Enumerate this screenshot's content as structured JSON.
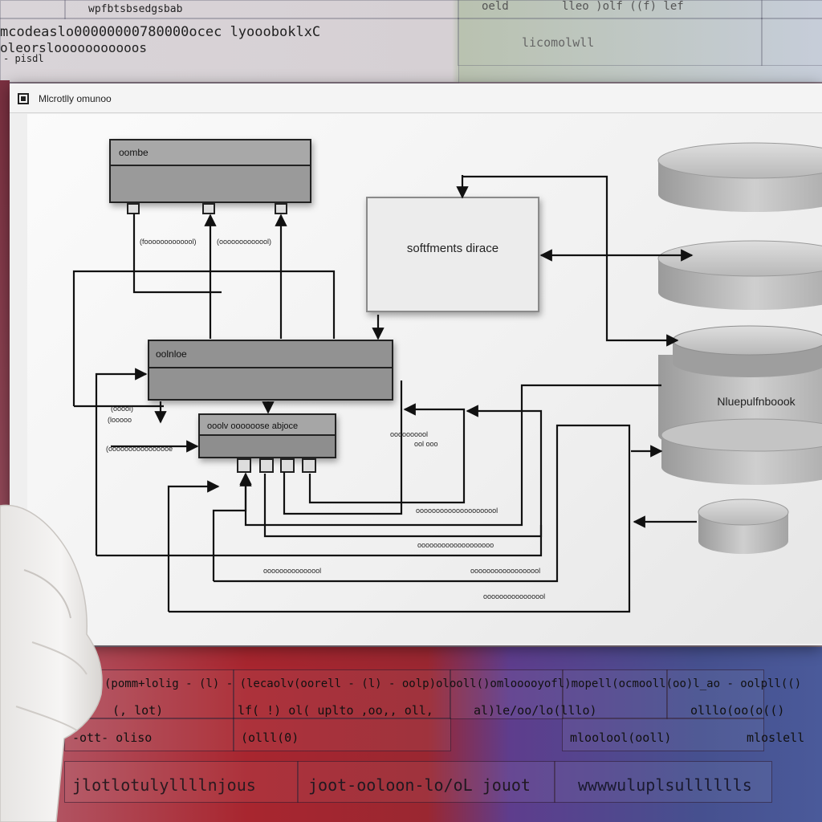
{
  "background": {
    "top_lines": [
      "wpfbtsbsedgsbab",
      "mcodeaslo00000000780000ocec lyoooboklxC",
      "oleorslooooooooooos",
      "- pisdl"
    ],
    "top_cells": [
      "oeld",
      "lleo )olf ((f) lef",
      "licomolwll"
    ],
    "bottom_cells": [
      "(pomm+lolig - (l) - (lecaolv(oorell - (l) - oolp)olooll()omlooooyofl)mopell(ocmooll(oo)l_ao - oolpll(()",
      "(, lot)",
      "lf( !) ol( uplto ,oo,, oll,",
      "al)le/oo/lo(lllo)",
      "olllo(oo(o(()",
      "-ott- oliso",
      "(olll(0)",
      "mloolool(ooll)",
      "mloslell",
      "jlotlotulyllllnjous",
      "joot-ooloon-lo/oL jouot",
      "wwwwuluplsulllllls"
    ]
  },
  "window": {
    "title": "Mlcrotlly omunoo"
  },
  "diagram": {
    "blocks": {
      "top_left": "oombe",
      "center_box": "softfments diracе",
      "middle": "oolnloe",
      "lower": "ooolv oooooose abjoce",
      "database": "Nluepulfnboook"
    },
    "labels": [
      "(fooooooooooool)",
      "(ooooooooooool)",
      "(ooool)",
      "(looooo",
      "(oooooooooooooooe",
      "oooooooool",
      "ool ooo",
      "ooooooooooooooooooool",
      "ooooooooooooooooooo",
      "ooooooooooooool",
      "oooooooooooooooool",
      "oooooooooooooool"
    ]
  }
}
